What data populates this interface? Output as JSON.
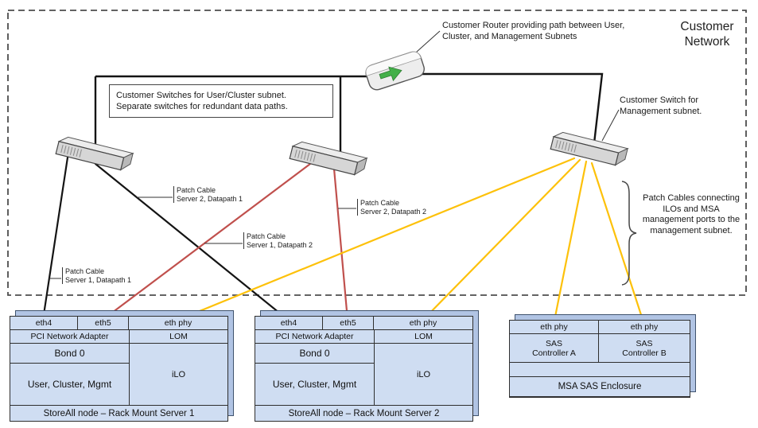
{
  "network": {
    "title": "Customer Network"
  },
  "annotations": {
    "router": "Customer Router providing path between User, Cluster, and Management Subnets",
    "user_cluster_switches": {
      "line1": "Customer Switches for User/Cluster subnet.",
      "line2": "Separate switches for redundant data paths."
    },
    "mgmt_switch": "Customer Switch for Management subnet.",
    "mgmt_patch_cables": "Patch Cables connecting ILOs and MSA management ports to the management subnet."
  },
  "cable_labels": {
    "s1d1": {
      "line1": "Patch Cable",
      "line2": "Server 1, Datapath 1"
    },
    "s1d2": {
      "line1": "Patch Cable",
      "line2": "Server 1, Datapath 2"
    },
    "s2d1": {
      "line1": "Patch Cable",
      "line2": "Server 2, Datapath 1"
    },
    "s2d2": {
      "line1": "Patch Cable",
      "line2": "Server 2, Datapath 2"
    }
  },
  "servers": [
    {
      "ports": [
        "eth4",
        "eth5",
        "eth phy"
      ],
      "adapter": "PCI Network Adapter",
      "lom": "LOM",
      "bond": "Bond 0",
      "bond_members": "User, Cluster, Mgmt",
      "ilo": "iLO",
      "title": "StoreAll node – Rack Mount Server 1"
    },
    {
      "ports": [
        "eth4",
        "eth5",
        "eth phy"
      ],
      "adapter": "PCI Network Adapter",
      "lom": "LOM",
      "bond": "Bond 0",
      "bond_members": "User, Cluster, Mgmt",
      "ilo": "iLO",
      "title": "StoreAll node – Rack Mount Server 2"
    }
  ],
  "msa": {
    "ports": [
      "eth phy",
      "eth phy"
    ],
    "controllers": [
      {
        "line1": "SAS",
        "line2": "Controller A"
      },
      {
        "line1": "SAS",
        "line2": "Controller B"
      }
    ],
    "title": "MSA SAS Enclosure"
  },
  "colors": {
    "datapath1_cable": "#141414",
    "datapath2_cable": "#c0504d",
    "management_cable": "#fdc10a",
    "node_fill": "#cfddf2"
  }
}
